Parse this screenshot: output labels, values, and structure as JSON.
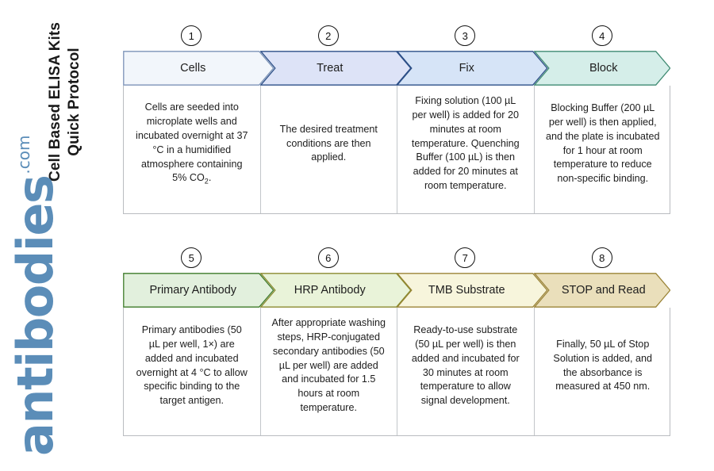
{
  "page": {
    "title_line1": "Cell Based ELISA Kits",
    "title_line2": "Quick Protocol",
    "title_full": "Cell Based ELISA Kits\nQuick Protocol"
  },
  "logo": {
    "word": "antibodies",
    "tld": ".com",
    "color": "#5b8db8"
  },
  "colors": {
    "step1_fill": "#f2f6fb",
    "step1_stroke": "#7c93b8",
    "step2_fill": "#dde3f7",
    "step2_stroke": "#2c4f87",
    "step3_fill": "#d6e4f7",
    "step3_stroke": "#2c4f87",
    "step4_fill": "#d5eee9",
    "step4_stroke": "#3f8a72",
    "step5_fill": "#e2f0dd",
    "step5_stroke": "#3d7a29",
    "step6_fill": "#e9f3d9",
    "step6_stroke": "#8a8a2e",
    "step7_fill": "#f7f5dc",
    "step7_stroke": "#9b8437",
    "step8_fill": "#eadfbb",
    "step8_stroke": "#9b8437",
    "card_border": "#b9bcc0",
    "text": "#1d1d1d"
  },
  "rows": [
    {
      "id": "row-1",
      "steps": [
        {
          "number": "1",
          "label": "Cells",
          "body": "Cells are seeded into microplate wells and incubated overnight at 37 °C in a humidified atmosphere containing 5% CO2.",
          "body_html": "Cells are seeded into microplate wells and incubated overnight at 37 °C in a humidified atmosphere containing 5% CO<sub>2</sub>."
        },
        {
          "number": "2",
          "label": "Treat",
          "body": "The desired treatment conditions are then applied."
        },
        {
          "number": "3",
          "label": "Fix",
          "body": "Fixing solution (100 µL per well) is added for 20 minutes at room temperature. Quenching Buffer (100 µL) is then added for 20 minutes at room temperature."
        },
        {
          "number": "4",
          "label": "Block",
          "body": "Blocking Buffer (200 µL per well) is then applied, and the plate is incubated for 1 hour at room temperature to reduce non-specific binding."
        }
      ]
    },
    {
      "id": "row-2",
      "steps": [
        {
          "number": "5",
          "label": "Primary Antibody",
          "body": "Primary antibodies (50 µL per well, 1×) are added and incubated overnight at 4 °C to allow specific binding to the target antigen."
        },
        {
          "number": "6",
          "label": "HRP Antibody",
          "body": "After appropriate washing steps, HRP-conjugated secondary antibodies (50 µL per well) are added and incubated for 1.5 hours at room temperature."
        },
        {
          "number": "7",
          "label": "TMB Substrate",
          "body": "Ready-to-use substrate (50 µL per well) is then added and incubated for 30 minutes at room temperature to allow signal development."
        },
        {
          "number": "8",
          "label": "STOP and Read",
          "body": "Finally, 50 µL of Stop Solution is added, and the absorbance is measured at 450 nm."
        }
      ]
    }
  ]
}
